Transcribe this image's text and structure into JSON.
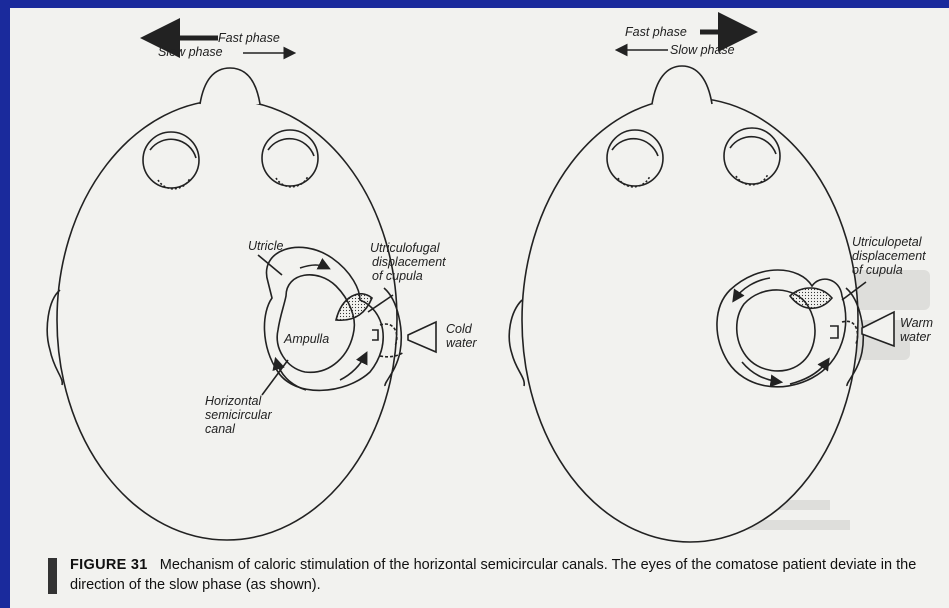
{
  "left_panel": {
    "fast_phase": "Fast phase",
    "slow_phase": "Slow phase",
    "utricle": "Utricle",
    "displacement_line1": "Utriculofugal",
    "displacement_line2": "displacement",
    "displacement_line3": "of cupula",
    "ampulla": "Ampulla",
    "water_line1": "Cold",
    "water_line2": "water",
    "canal_line1": "Horizontal",
    "canal_line2": "semicircular",
    "canal_line3": "canal"
  },
  "right_panel": {
    "fast_phase": "Fast phase",
    "slow_phase": "Slow phase",
    "displacement_line1": "Utriculopetal",
    "displacement_line2": "displacement",
    "displacement_line3": "of cupula",
    "water_line1": "Warm",
    "water_line2": "water"
  },
  "caption": {
    "figure_label": "FIGURE 31",
    "text": "Mechanism of caloric stimulation of the horizontal semicircular canals. The eyes of the comatose patient deviate in the direction of the slow phase (as shown)."
  },
  "colors": {
    "background": "#1a2a9c",
    "paper": "#f2f2ef",
    "ink": "#222222"
  }
}
